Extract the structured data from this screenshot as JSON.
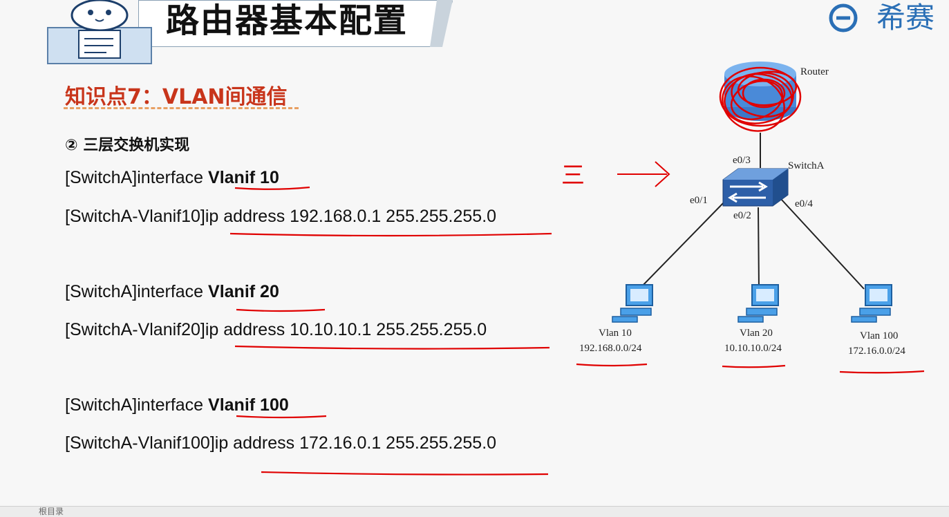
{
  "header": {
    "title": "路由器基本配置",
    "logo_text": "希赛"
  },
  "section": {
    "title": "知识点7：VLAN间通信",
    "subhead": "② 三层交换机实现"
  },
  "commands": [
    {
      "prefix": "[SwitchA]interface ",
      "bold": "Vlanif 10"
    },
    {
      "prefix": "[SwitchA-Vlanif10]ip address 192.168.0.1 255.255.255.0",
      "bold": ""
    },
    {
      "prefix": "[SwitchA]interface ",
      "bold": "Vlanif 20"
    },
    {
      "prefix": "[SwitchA-Vlanif20]ip address 10.10.10.1 255.255.255.0",
      "bold": ""
    },
    {
      "prefix": "[SwitchA]interface ",
      "bold": "Vlanif 100"
    },
    {
      "prefix": "[SwitchA-Vlanif100]ip address 172.16.0.1 255.255.255.0",
      "bold": ""
    }
  ],
  "annotation": {
    "mark": "三"
  },
  "diagram": {
    "router_label": "Router",
    "switch_label": "SwitchA",
    "ports": {
      "e03": "e0/3",
      "e01": "e0/1",
      "e02": "e0/2",
      "e04": "e0/4"
    },
    "vlans": [
      {
        "name": "Vlan 10",
        "subnet": "192.168.0.0/24"
      },
      {
        "name": "Vlan 20",
        "subnet": "10.10.10.0/24"
      },
      {
        "name": "Vlan 100",
        "subnet": "172.16.0.0/24"
      }
    ]
  },
  "taskbar": {
    "text": "根目录"
  },
  "colors": {
    "accent_red": "#e00000",
    "section_red": "#c8351b",
    "logo_blue": "#2a6fb6"
  }
}
